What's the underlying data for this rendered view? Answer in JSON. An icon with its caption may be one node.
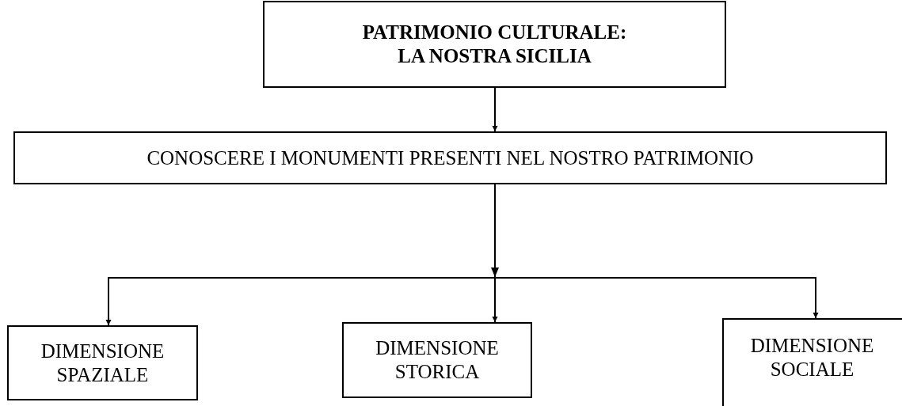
{
  "diagram": {
    "nodes": [
      {
        "text": [
          "PATRIMONIO CULTURALE: LA NOSTRA SICILIA"
        ]
      },
      {
        "text": [
          "CONOSCERE I MONUMENTI PRESENTI NEL NOSTRO PATRIMONIO"
        ]
      },
      {
        "text": [
          "DIMENSIONE SPAZIALE"
        ]
      },
      {
        "text": [
          "DIMENSIONE STORICA"
        ]
      },
      {
        "text": [
          "DIMENSIONE SOCIALE"
        ]
      }
    ],
    "edges": [
      {
        "from": 0,
        "to": 1,
        "arrow": "to"
      },
      {
        "from": 1,
        "to": 2,
        "arrow": "to"
      },
      {
        "from": 1,
        "to": 3,
        "arrow": "to"
      },
      {
        "from": 1,
        "to": 4,
        "arrow": "to"
      }
    ]
  }
}
